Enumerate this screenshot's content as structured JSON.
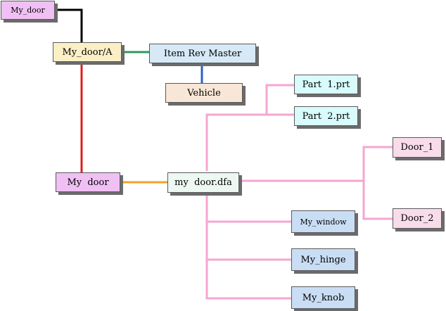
{
  "colors": {
    "pink_node": "#f0c0f4",
    "tan_node": "#fbefc6",
    "blue_node": "#d7e9f6",
    "peach_node": "#f8e6d6",
    "cyan_node": "#d8fcfc",
    "mint_node": "#eef8f2",
    "rose_node": "#f8dcea",
    "steel_node": "#c9def4",
    "edge_black": "#000000",
    "edge_red": "#e01c1c",
    "edge_green": "#2e9a5e",
    "edge_blue": "#2a62c8",
    "edge_orange": "#f3a02a",
    "edge_pink": "#f5a6d2"
  },
  "nodes": [
    {
      "id": "my-door-top",
      "label": "My_door",
      "color": "pink_node"
    },
    {
      "id": "my-door-a",
      "label": "My_door/A",
      "color": "tan_node"
    },
    {
      "id": "item-rev-master",
      "label": "Item Rev Master",
      "color": "blue_node"
    },
    {
      "id": "vehicle",
      "label": "Vehicle",
      "color": "peach_node"
    },
    {
      "id": "part-1",
      "label": "Part  1.prt",
      "color": "cyan_node"
    },
    {
      "id": "part-2",
      "label": "Part  2.prt",
      "color": "cyan_node"
    },
    {
      "id": "door-1",
      "label": "Door_1",
      "color": "rose_node"
    },
    {
      "id": "door-2",
      "label": "Door_2",
      "color": "rose_node"
    },
    {
      "id": "my-door",
      "label": "My  door",
      "color": "pink_node"
    },
    {
      "id": "my-door-dfa",
      "label": "my  door.dfa",
      "color": "mint_node"
    },
    {
      "id": "my-window",
      "label": "My_window",
      "color": "steel_node"
    },
    {
      "id": "my-hinge",
      "label": "My_hinge",
      "color": "steel_node"
    },
    {
      "id": "my-knob",
      "label": "My_knob",
      "color": "steel_node"
    }
  ],
  "edges": [
    {
      "from": "my-door-top",
      "to": "my-door-a",
      "color": "edge_black"
    },
    {
      "from": "my-door-a",
      "to": "item-rev-master",
      "color": "edge_green"
    },
    {
      "from": "item-rev-master",
      "to": "vehicle",
      "color": "edge_blue"
    },
    {
      "from": "my-door-a",
      "to": "my-door",
      "color": "edge_red"
    },
    {
      "from": "my-door",
      "to": "my-door-dfa",
      "color": "edge_orange"
    },
    {
      "from": "my-door-dfa",
      "to": "part-1",
      "color": "edge_pink"
    },
    {
      "from": "my-door-dfa",
      "to": "part-2",
      "color": "edge_pink"
    },
    {
      "from": "my-door-dfa",
      "to": "door-1",
      "color": "edge_pink"
    },
    {
      "from": "my-door-dfa",
      "to": "door-2",
      "color": "edge_pink"
    },
    {
      "from": "my-door-dfa",
      "to": "my-window",
      "color": "edge_pink"
    },
    {
      "from": "my-door-dfa",
      "to": "my-hinge",
      "color": "edge_pink"
    },
    {
      "from": "my-door-dfa",
      "to": "my-knob",
      "color": "edge_pink"
    }
  ]
}
